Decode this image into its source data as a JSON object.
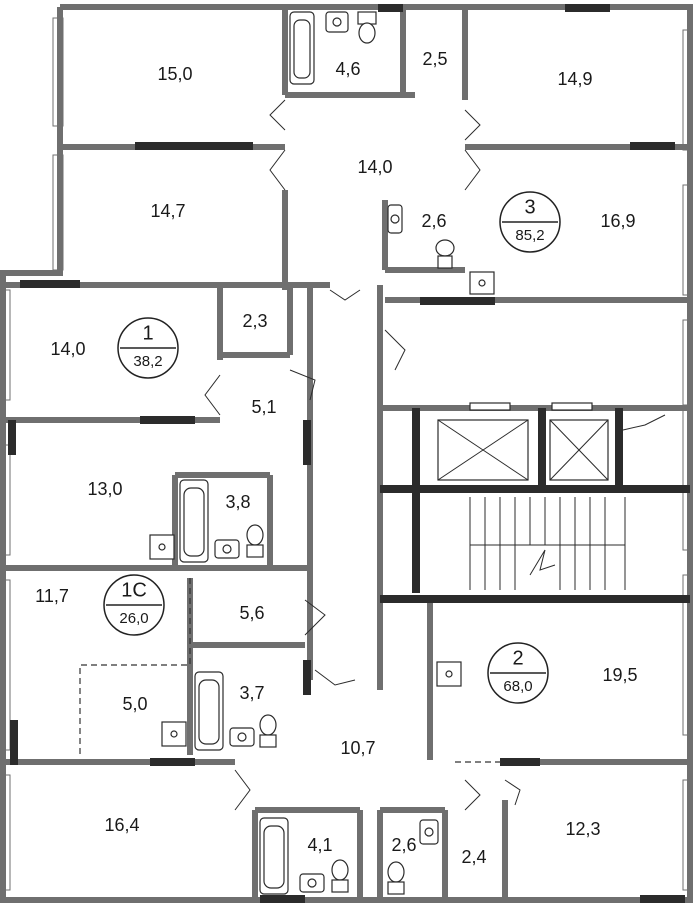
{
  "rooms": [
    {
      "id": "r1",
      "area": "15,0"
    },
    {
      "id": "r2",
      "area": "4,6"
    },
    {
      "id": "r3",
      "area": "2,5"
    },
    {
      "id": "r4",
      "area": "14,9"
    },
    {
      "id": "r5",
      "area": "14,0"
    },
    {
      "id": "r6",
      "area": "14,7"
    },
    {
      "id": "r7",
      "area": "2,6"
    },
    {
      "id": "r8",
      "area": "16,9"
    },
    {
      "id": "r9",
      "area": "2,3"
    },
    {
      "id": "r10",
      "area": "14,0"
    },
    {
      "id": "r11",
      "area": "5,1"
    },
    {
      "id": "r12",
      "area": "13,0"
    },
    {
      "id": "r13",
      "area": "3,8"
    },
    {
      "id": "r14",
      "area": "11,7"
    },
    {
      "id": "r15",
      "area": "5,6"
    },
    {
      "id": "r16",
      "area": "3,7"
    },
    {
      "id": "r17",
      "area": "5,0"
    },
    {
      "id": "r18",
      "area": "19,5"
    },
    {
      "id": "r19",
      "area": "10,7"
    },
    {
      "id": "r20",
      "area": "16,4"
    },
    {
      "id": "r21",
      "area": "4,1"
    },
    {
      "id": "r22",
      "area": "2,6"
    },
    {
      "id": "r23",
      "area": "2,4"
    },
    {
      "id": "r24",
      "area": "12,3"
    }
  ],
  "units": [
    {
      "id": "u3",
      "number": "3",
      "area": "85,2"
    },
    {
      "id": "u1",
      "number": "1",
      "area": "38,2"
    },
    {
      "id": "u1c",
      "number": "1С",
      "area": "26,0"
    },
    {
      "id": "u2",
      "number": "2",
      "area": "68,0"
    }
  ],
  "colors": {
    "wall": "#6f6f6f",
    "accent": "#2b2b2b",
    "background": "#ffffff"
  }
}
